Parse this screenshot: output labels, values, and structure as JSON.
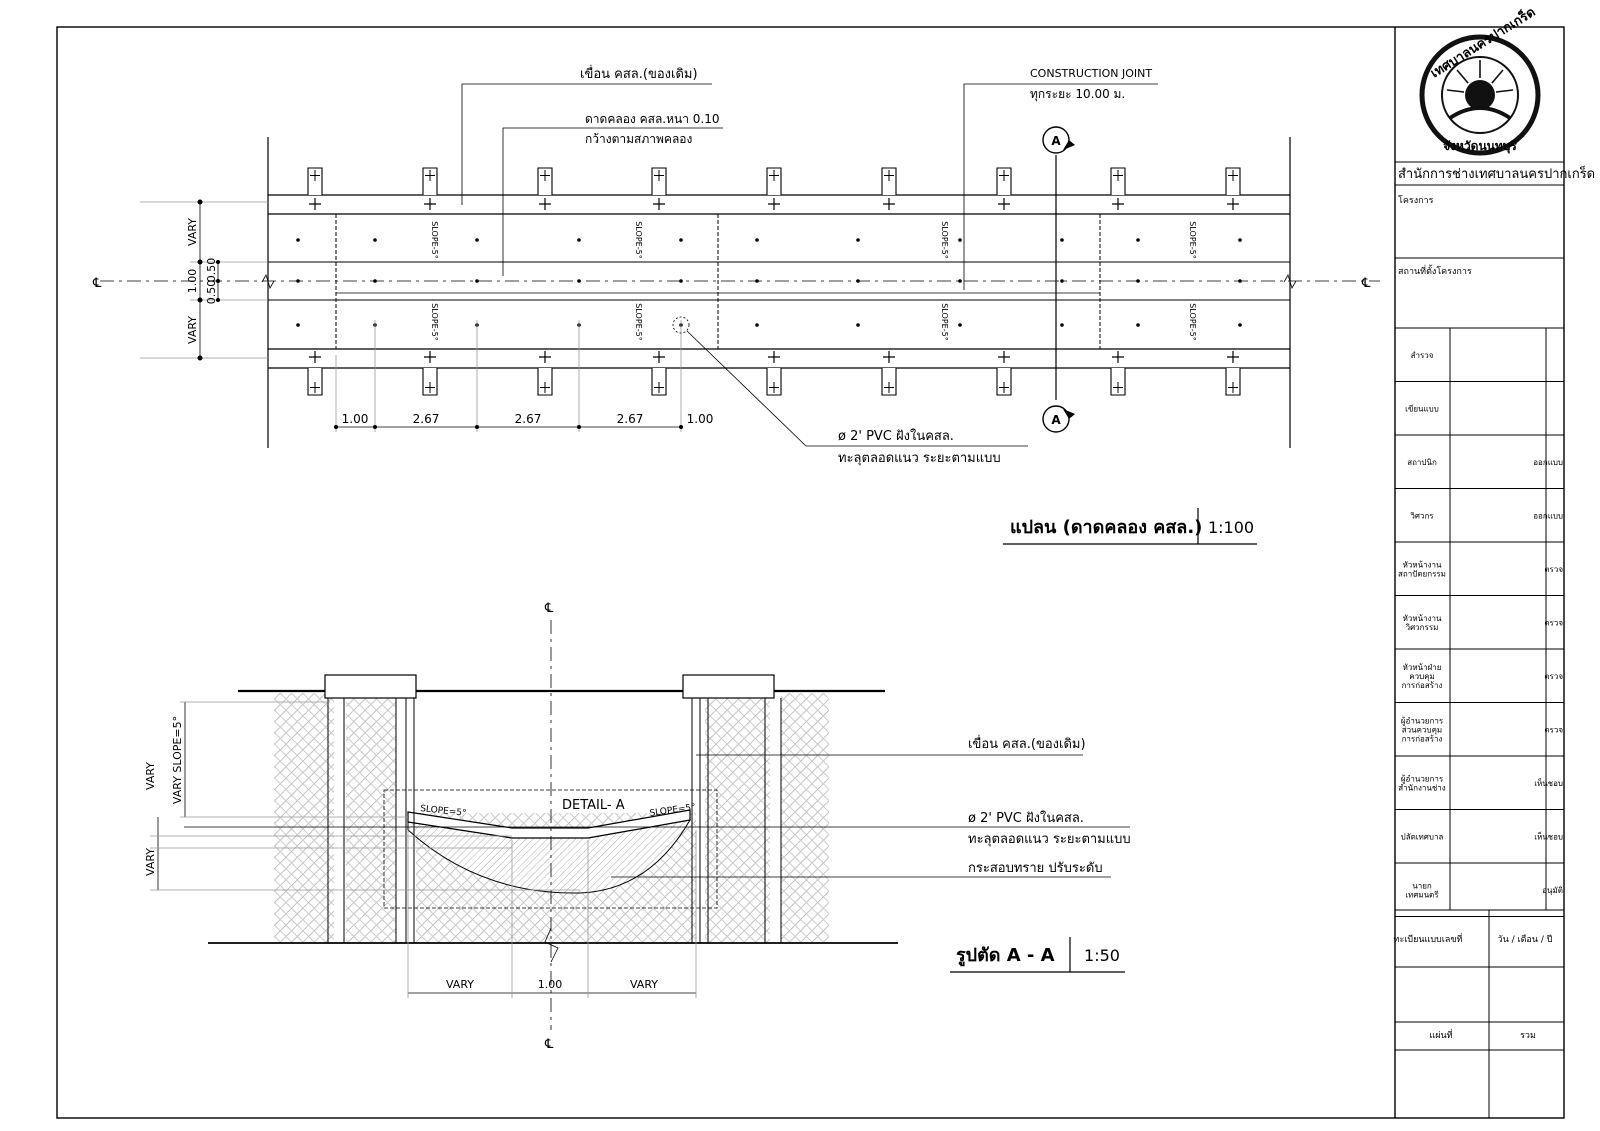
{
  "plan": {
    "label_dike": "เขื่อน คสล.(ของเดิม)",
    "label_floor_1": "ดาดคลอง คสล.หนา 0.10",
    "label_floor_2": "กว้างตามสภาพคลอง",
    "label_joint_1": "CONSTRUCTION JOINT",
    "label_joint_2": "ทุกระยะ 10.00 ม.",
    "label_pvc_1": "ø 2' PVC ฝังในคสล.",
    "label_pvc_2": "ทะลุตลอดแนว ระยะตามแบบ",
    "section_marker": "A",
    "centerline_symbol": "℄",
    "slope_label": "SLOPE-5°",
    "dims_vertical": [
      "VARY",
      "1.00",
      "0.50",
      "0.50",
      "VARY"
    ],
    "dims_bottom": [
      "1.00",
      "2.67",
      "2.67",
      "2.67",
      "1.00"
    ],
    "title": "แปลน (ดาดคลอง คสล.)",
    "scale": "1:100"
  },
  "section": {
    "label_dike": "เขื่อน คสล.(ของเดิม)",
    "label_pvc_1": "ø 2' PVC ฝังในคสล.",
    "label_pvc_2": "ทะลุตลอดแนว ระยะตามแบบ",
    "label_sand": "กระสอบทราย ปรับระดับ",
    "detail": "DETAIL- A",
    "slope_left": "SLOPE=5°",
    "slope_right": "SLOPE=5°",
    "dim_vary_slope": "VARY SLOPE=5°",
    "dim_vary_1": "VARY",
    "dim_vary_2": "VARY",
    "dims_bottom": [
      "VARY",
      "1.00",
      "VARY"
    ],
    "centerline_symbol": "℄",
    "title": "รูปตัด A - A",
    "scale": "1:50"
  },
  "titleblock": {
    "seal_text_top": "เทศบาลนครปากเกร็ด",
    "seal_text_bottom": "จังหวัดนนทบุรี",
    "office": "สำนักการช่างเทศบาลนครปากเกร็ด",
    "project": "โครงการ",
    "location": "สถานที่ตั้งโครงการ",
    "rows": [
      {
        "label": "สำรวจ",
        "right": ""
      },
      {
        "label": "เขียนแบบ",
        "right": ""
      },
      {
        "label": "สถาปนิก",
        "right": "ออกแบบ"
      },
      {
        "label": "วิศวกร",
        "right": "ออกแบบ"
      },
      {
        "label": "หัวหน้างาน สถาปัตยกรรม",
        "right": "ตรวจ"
      },
      {
        "label": "หัวหน้างาน วิศวกรรม",
        "right": "ตรวจ"
      },
      {
        "label": "หัวหน้าฝ่าย ควบคุม การก่อสร้าง",
        "right": "ตรวจ"
      },
      {
        "label": "ผู้อำนวยการ ส่วนควบคุม การก่อสร้าง",
        "right": "ตรวจ"
      },
      {
        "label": "ผู้อำนวยการ สำนักงานช่าง",
        "right": "เห็นชอบ"
      },
      {
        "label": "ปลัดเทศบาล",
        "right": "เห็นชอบ"
      },
      {
        "label": "นายก เทศมนตรี",
        "right": "อนุมัติ"
      }
    ],
    "register": "ทะเบียนแบบเลขที่",
    "date": "วัน / เดือน / ปี",
    "sheet": "แผ่นที่",
    "total": "รวม"
  }
}
